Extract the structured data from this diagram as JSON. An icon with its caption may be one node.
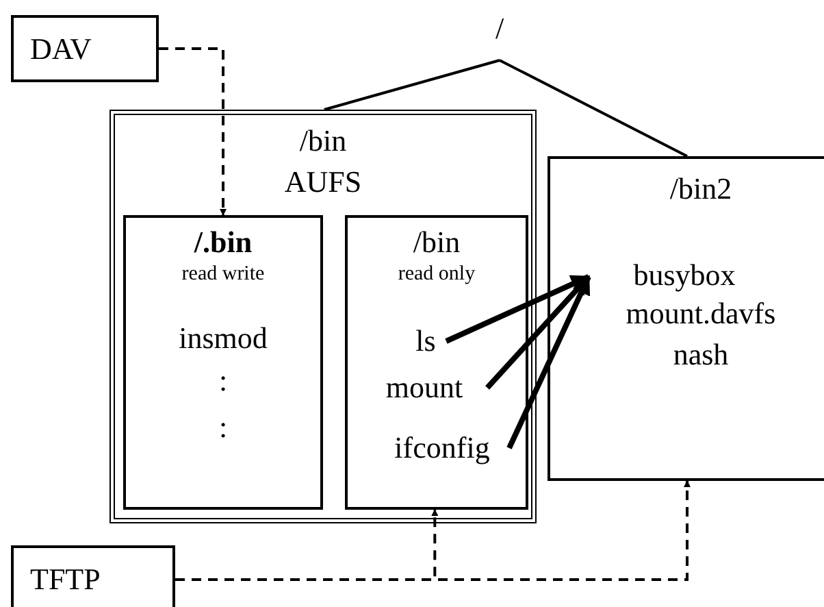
{
  "diagram": {
    "nodes": [
      {
        "text": [
          "DAV"
        ]
      },
      {
        "text": [
          "/"
        ]
      },
      {
        "text": [
          "/bin",
          "AUFS"
        ]
      },
      {
        "text": [
          "/.bin",
          "read write",
          "insmod",
          ":",
          ":"
        ],
        "in": 2
      },
      {
        "text": [
          "/bin",
          "read only"
        ],
        "in": 2
      },
      {
        "text": [
          "ls"
        ],
        "in": 4
      },
      {
        "text": [
          "mount"
        ],
        "in": 4
      },
      {
        "text": [
          "ifconfig"
        ],
        "in": 4
      },
      {
        "text": [
          "/bin2",
          "mount.davfs",
          "nash"
        ]
      },
      {
        "text": [
          "busybox"
        ],
        "in": 8
      },
      {
        "text": [
          "TFTP"
        ]
      }
    ],
    "edges": [
      {
        "from": 0,
        "to": 3,
        "arrow": "to",
        "style": "dashed"
      },
      {
        "from": 1,
        "to": 2,
        "arrow": "none"
      },
      {
        "from": 1,
        "to": 8,
        "arrow": "none"
      },
      {
        "from": 5,
        "to": 9,
        "arrow": "to",
        "style": "thick"
      },
      {
        "from": 6,
        "to": 9,
        "arrow": "to",
        "style": "thick"
      },
      {
        "from": 7,
        "to": 9,
        "arrow": "to",
        "style": "thick"
      },
      {
        "from": 10,
        "to": 4,
        "arrow": "to",
        "style": "dashed"
      },
      {
        "from": 10,
        "to": 8,
        "arrow": "to",
        "style": "dashed"
      }
    ]
  }
}
